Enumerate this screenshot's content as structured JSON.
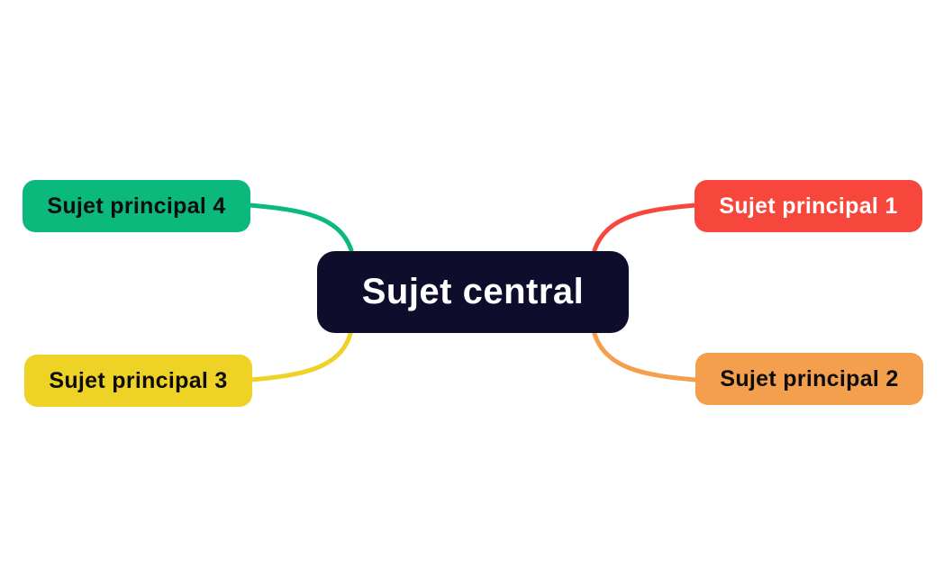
{
  "diagram": {
    "type": "mindmap",
    "background": "#ffffff",
    "center": {
      "label": "Sujet central",
      "bg": "#0e0e2c",
      "text_color": "#ffffff"
    },
    "branches": [
      {
        "label": "Sujet principal 1",
        "position": "top-right",
        "color": "#f7473c",
        "bg": "#f7473c",
        "text_color": "#ffffff"
      },
      {
        "label": "Sujet principal 2",
        "position": "bottom-right",
        "color": "#f49f4d",
        "bg": "#f49f4d",
        "text_color": "#0d0d0d"
      },
      {
        "label": "Sujet principal 3",
        "position": "bottom-left",
        "color": "#efd226",
        "bg": "#efd226",
        "text_color": "#0d0d0d"
      },
      {
        "label": "Sujet principal 4",
        "position": "top-left",
        "color": "#0cb97d",
        "bg": "#0cb97d",
        "text_color": "#0d0d0d"
      }
    ]
  }
}
